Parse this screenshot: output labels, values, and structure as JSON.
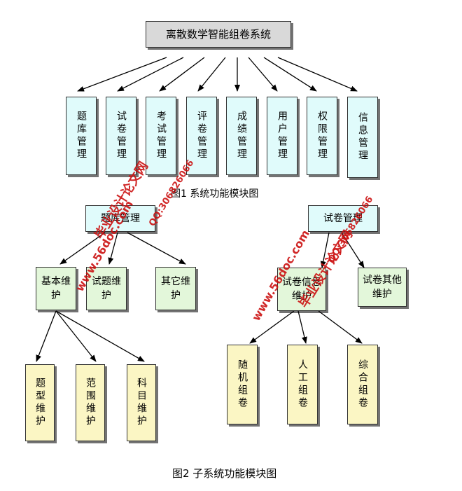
{
  "fig1": {
    "root": "离散数学智能组卷系统",
    "modules": [
      "题库管理",
      "试卷管理",
      "考试管理",
      "评卷管理",
      "成绩管理",
      "用户管理",
      "权限管理",
      "信息管理"
    ],
    "caption": "图1  系统功能模块图"
  },
  "fig2": {
    "left": {
      "root": "题库管理",
      "children": [
        "基本维护",
        "试题维护",
        "其它维护"
      ],
      "grandchildren": [
        "题型维护",
        "范围维护",
        "科目维护"
      ]
    },
    "right": {
      "root": "试卷管理",
      "children": [
        "试卷信息维护",
        "试卷其他维护"
      ],
      "grandchildren": [
        "随机组卷",
        "人工组卷",
        "综合组卷"
      ]
    },
    "caption": "图2  子系统功能模块图"
  },
  "watermarks": {
    "brand": "毕业设计论文网",
    "site": "www.56doc.com",
    "qq": "QQ:306826066"
  },
  "colors": {
    "root_fill": "#d9d9d9",
    "module_fill": "#e0fbfb",
    "child_fill": "#e3f7da",
    "grandchild_fill": "#fbf6c4",
    "watermark": "#cc1111"
  }
}
